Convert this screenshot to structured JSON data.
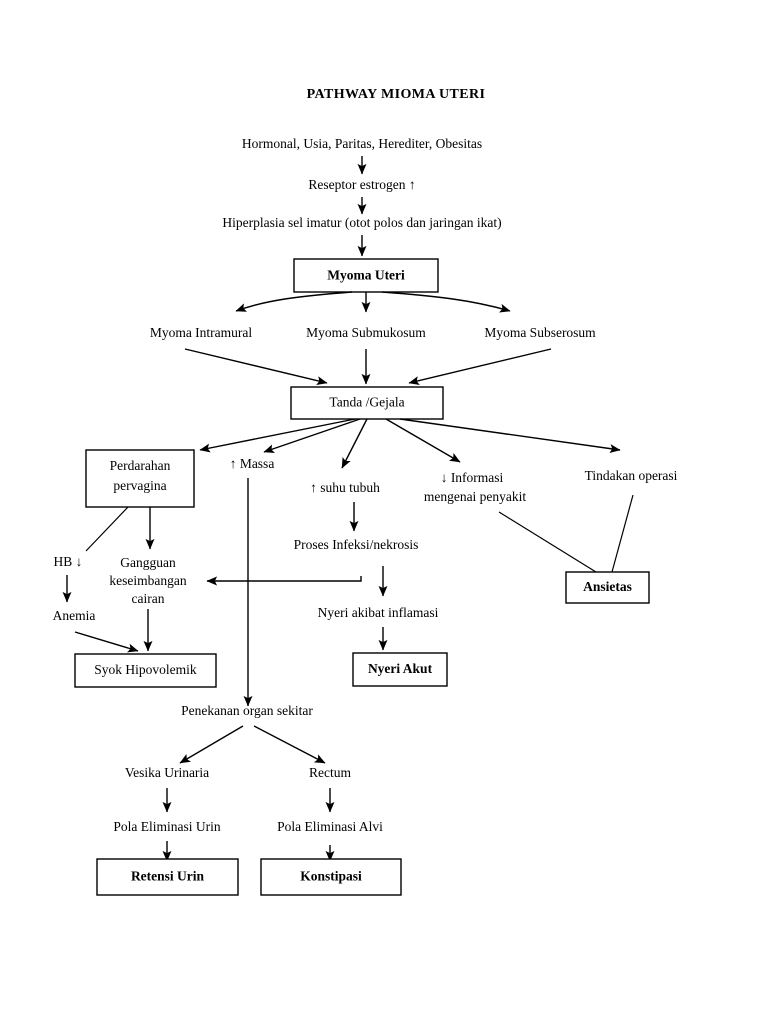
{
  "document": {
    "title": "PATHWAY MIOMA UTERI",
    "background_color": "#ffffff",
    "line_color": "#000000",
    "text_color": "#000000"
  },
  "nodes": {
    "etiologi": {
      "label": "Hormonal, Usia, Paritas, Herediter, Obesitas",
      "boxed": false,
      "bold": false
    },
    "reseptor": {
      "label": "Reseptor estrogen ↑",
      "boxed": false,
      "bold": false
    },
    "hiperplasia": {
      "label": "Hiperplasia sel imatur (otot polos dan jaringan ikat)",
      "boxed": false,
      "bold": false
    },
    "myoma_uteri": {
      "label": "Myoma Uteri",
      "boxed": true,
      "bold": true
    },
    "myoma_intramural": {
      "label": "Myoma Intramural",
      "boxed": false,
      "bold": false
    },
    "myoma_submukosum": {
      "label": "Myoma Submukosum",
      "boxed": false,
      "bold": false
    },
    "myoma_subserosum": {
      "label": "Myoma Subserosum",
      "boxed": false,
      "bold": false
    },
    "tanda_gejala": {
      "label": "Tanda /Gejala",
      "boxed": true,
      "bold": false
    },
    "perdarahan": {
      "label_line1": "Perdarahan",
      "label_line2": "pervagina",
      "boxed": true,
      "bold": false
    },
    "massa": {
      "label": "↑ Massa",
      "boxed": false,
      "bold": false
    },
    "suhu_tubuh": {
      "label": "↑ suhu tubuh",
      "boxed": false,
      "bold": false
    },
    "informasi": {
      "label_line1": "↓ Informasi",
      "label_line2": "mengenai penyakit",
      "boxed": false,
      "bold": false
    },
    "tindakan_operasi": {
      "label": "Tindakan operasi",
      "boxed": false,
      "bold": false
    },
    "hb_turun": {
      "label": "HB ↓",
      "boxed": false,
      "bold": false
    },
    "gangguan_cairan": {
      "label_line1": "Gangguan",
      "label_line2": "keseimbangan",
      "label_line3": "cairan",
      "boxed": false,
      "bold": false
    },
    "anemia": {
      "label": "Anemia",
      "boxed": false,
      "bold": false
    },
    "syok": {
      "label": "Syok Hipovolemik",
      "boxed": true,
      "bold": false
    },
    "proses_infeksi": {
      "label": "Proses Infeksi/nekrosis",
      "boxed": false,
      "bold": false
    },
    "nyeri_inflamasi": {
      "label": "Nyeri akibat inflamasi",
      "boxed": false,
      "bold": false
    },
    "nyeri_akut": {
      "label": "Nyeri Akut",
      "boxed": true,
      "bold": true
    },
    "ansietas": {
      "label": "Ansietas",
      "boxed": true,
      "bold": true
    },
    "penekanan": {
      "label": "Penekanan organ sekitar",
      "boxed": false,
      "bold": false
    },
    "vesika": {
      "label": "Vesika Urinaria",
      "boxed": false,
      "bold": false
    },
    "rectum": {
      "label": "Rectum",
      "boxed": false,
      "bold": false
    },
    "pola_urin": {
      "label": "Pola Eliminasi Urin",
      "boxed": false,
      "bold": false
    },
    "pola_alvi": {
      "label": "Pola Eliminasi Alvi",
      "boxed": false,
      "bold": false
    },
    "retensi_urin": {
      "label": "Retensi Urin",
      "boxed": true,
      "bold": true
    },
    "konstipasi": {
      "label": "Konstipasi",
      "boxed": true,
      "bold": true
    }
  },
  "edges": [
    {
      "from": "etiologi",
      "to": "reseptor",
      "arrow": true
    },
    {
      "from": "reseptor",
      "to": "hiperplasia",
      "arrow": true
    },
    {
      "from": "hiperplasia",
      "to": "myoma_uteri",
      "arrow": true
    },
    {
      "from": "myoma_uteri",
      "to": "myoma_intramural",
      "arrow": true
    },
    {
      "from": "myoma_uteri",
      "to": "myoma_submukosum",
      "arrow": true
    },
    {
      "from": "myoma_uteri",
      "to": "myoma_subserosum",
      "arrow": true
    },
    {
      "from": "myoma_intramural",
      "to": "tanda_gejala",
      "arrow": true
    },
    {
      "from": "myoma_submukosum",
      "to": "tanda_gejala",
      "arrow": true
    },
    {
      "from": "myoma_subserosum",
      "to": "tanda_gejala",
      "arrow": true
    },
    {
      "from": "tanda_gejala",
      "to": "perdarahan",
      "arrow": true
    },
    {
      "from": "tanda_gejala",
      "to": "massa",
      "arrow": true
    },
    {
      "from": "tanda_gejala",
      "to": "suhu_tubuh",
      "arrow": true
    },
    {
      "from": "tanda_gejala",
      "to": "informasi",
      "arrow": true
    },
    {
      "from": "tanda_gejala",
      "to": "tindakan_operasi",
      "arrow": true
    },
    {
      "from": "perdarahan",
      "to": "hb_turun",
      "arrow": false
    },
    {
      "from": "perdarahan",
      "to": "gangguan_cairan",
      "arrow": true
    },
    {
      "from": "hb_turun",
      "to": "anemia",
      "arrow": true
    },
    {
      "from": "anemia",
      "to": "syok",
      "arrow": true
    },
    {
      "from": "gangguan_cairan",
      "to": "syok",
      "arrow": true
    },
    {
      "from": "massa",
      "to": "penekanan",
      "arrow": true
    },
    {
      "from": "suhu_tubuh",
      "to": "proses_infeksi",
      "arrow": true
    },
    {
      "from": "proses_infeksi",
      "to": "gangguan_cairan",
      "arrow": true
    },
    {
      "from": "proses_infeksi",
      "to": "nyeri_inflamasi",
      "arrow": true
    },
    {
      "from": "nyeri_inflamasi",
      "to": "nyeri_akut",
      "arrow": true
    },
    {
      "from": "informasi",
      "to": "ansietas",
      "arrow": false
    },
    {
      "from": "tindakan_operasi",
      "to": "ansietas",
      "arrow": false
    },
    {
      "from": "penekanan",
      "to": "vesika",
      "arrow": true
    },
    {
      "from": "penekanan",
      "to": "rectum",
      "arrow": true
    },
    {
      "from": "vesika",
      "to": "pola_urin",
      "arrow": true
    },
    {
      "from": "rectum",
      "to": "pola_alvi",
      "arrow": true
    },
    {
      "from": "pola_urin",
      "to": "retensi_urin",
      "arrow": true
    },
    {
      "from": "pola_alvi",
      "to": "konstipasi",
      "arrow": true
    }
  ]
}
